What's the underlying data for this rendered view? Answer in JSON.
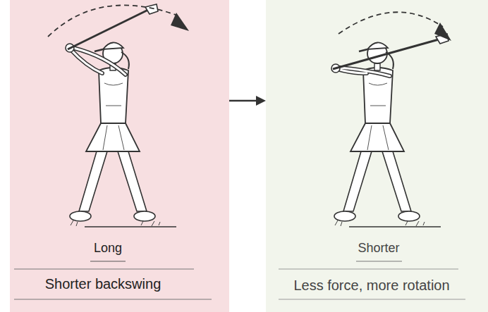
{
  "diagram": {
    "nodes": [
      {
        "text": [
          "Long",
          "Shorter backswing"
        ]
      },
      {
        "text": [
          "Shorter",
          "Less force, more rotation"
        ]
      }
    ],
    "edges": [
      {
        "from": 0,
        "to": 1,
        "arrow": "to"
      }
    ]
  }
}
